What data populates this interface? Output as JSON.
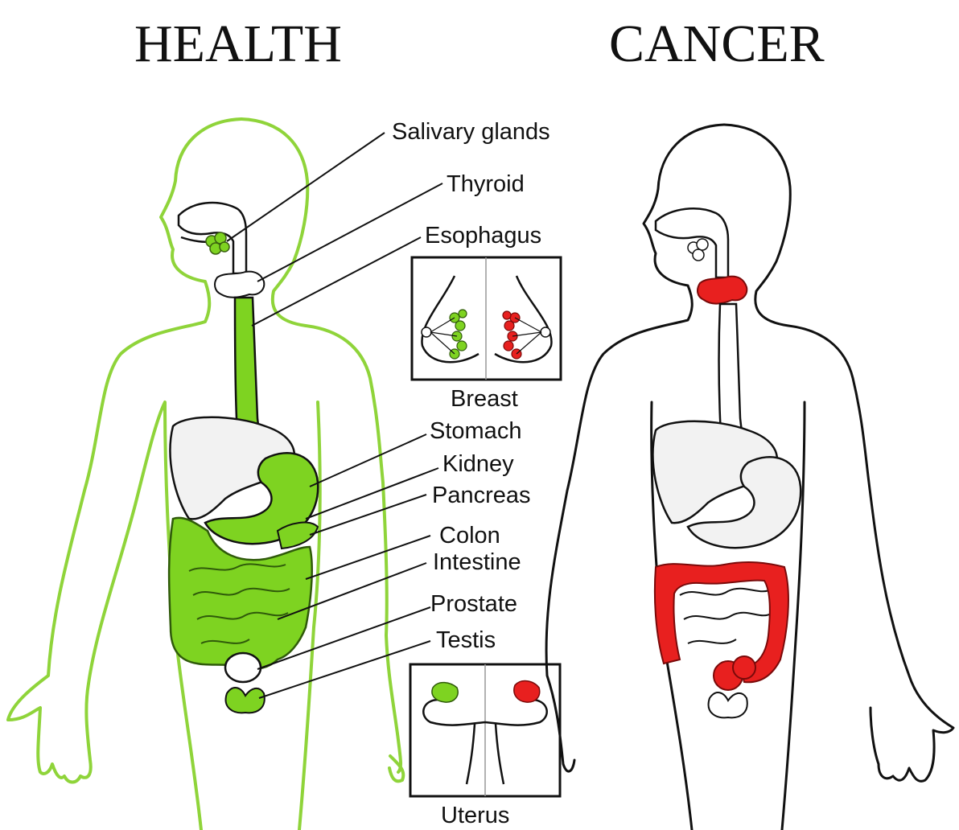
{
  "titles": {
    "left": "HEALTH",
    "right": "CANCER"
  },
  "labels": {
    "salivary": "Salivary glands",
    "thyroid": "Thyroid",
    "esophagus": "Esophagus",
    "breast": "Breast",
    "stomach": "Stomach",
    "kidney": "Kidney",
    "pancreas": "Pancreas",
    "colon": "Colon",
    "intestine": "Intestine",
    "prostate": "Prostate",
    "testis": "Testis",
    "uterus": "Uterus"
  },
  "colors": {
    "health": "#7ed321",
    "healthOutline": "#8fd43a",
    "cancer": "#e8201f",
    "ink": "#111111"
  }
}
